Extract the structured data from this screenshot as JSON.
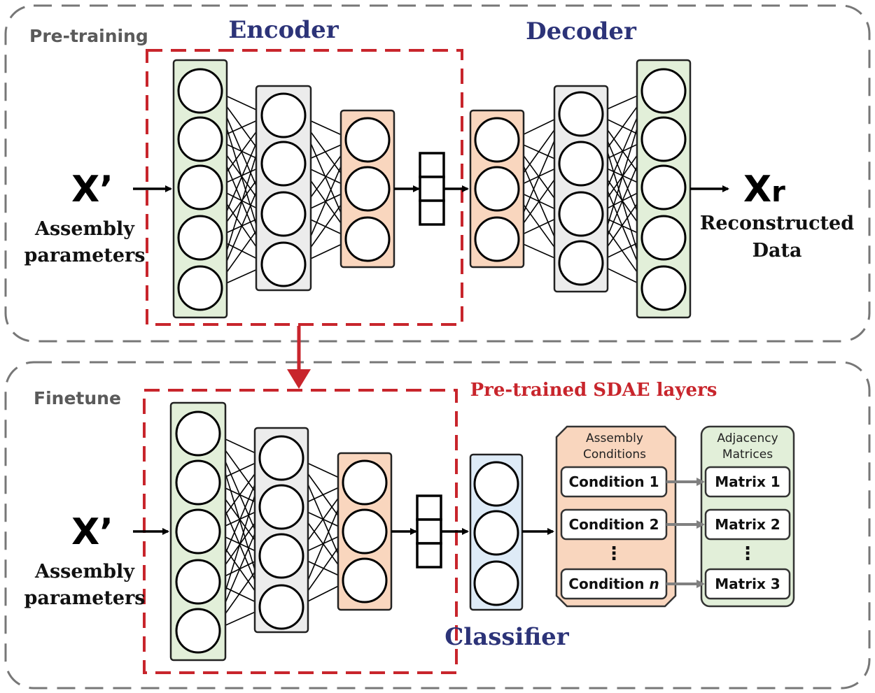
{
  "sections": {
    "pretraining": "Pre-training",
    "finetune": "Finetune"
  },
  "titles": {
    "encoder": "Encoder",
    "decoder": "Decoder",
    "pretrained": "Pre-trained SDAE layers",
    "classifier": "Classifier"
  },
  "input": {
    "symbol": "X’",
    "line1": "Assembly",
    "line2": "parameters"
  },
  "output": {
    "symbol": "X",
    "subscript": "r",
    "line1": "Reconstructed",
    "line2": "Data"
  },
  "conditions": {
    "title_line1": "Assembly",
    "title_line2": "Conditions",
    "items": [
      {
        "prefix": "Condition ",
        "suffix": "1"
      },
      {
        "prefix": "Condition ",
        "suffix": "2"
      },
      {
        "prefix": "Condition ",
        "suffix": "n"
      }
    ],
    "ellipsis": "⋮"
  },
  "matrices": {
    "title_line1": "Adjacency",
    "title_line2": "Matrices",
    "items": [
      "Matrix 1",
      "Matrix 2",
      "Matrix 3"
    ],
    "ellipsis": "⋮"
  },
  "colors": {
    "green_fill": "#e2efd9",
    "grey_fill": "#ececec",
    "orange_fill": "#f9d6be",
    "blue_fill": "#deebf7",
    "red_dash": "#c8252c",
    "grey_dash": "#777777",
    "title_blue": "#2c3378"
  }
}
